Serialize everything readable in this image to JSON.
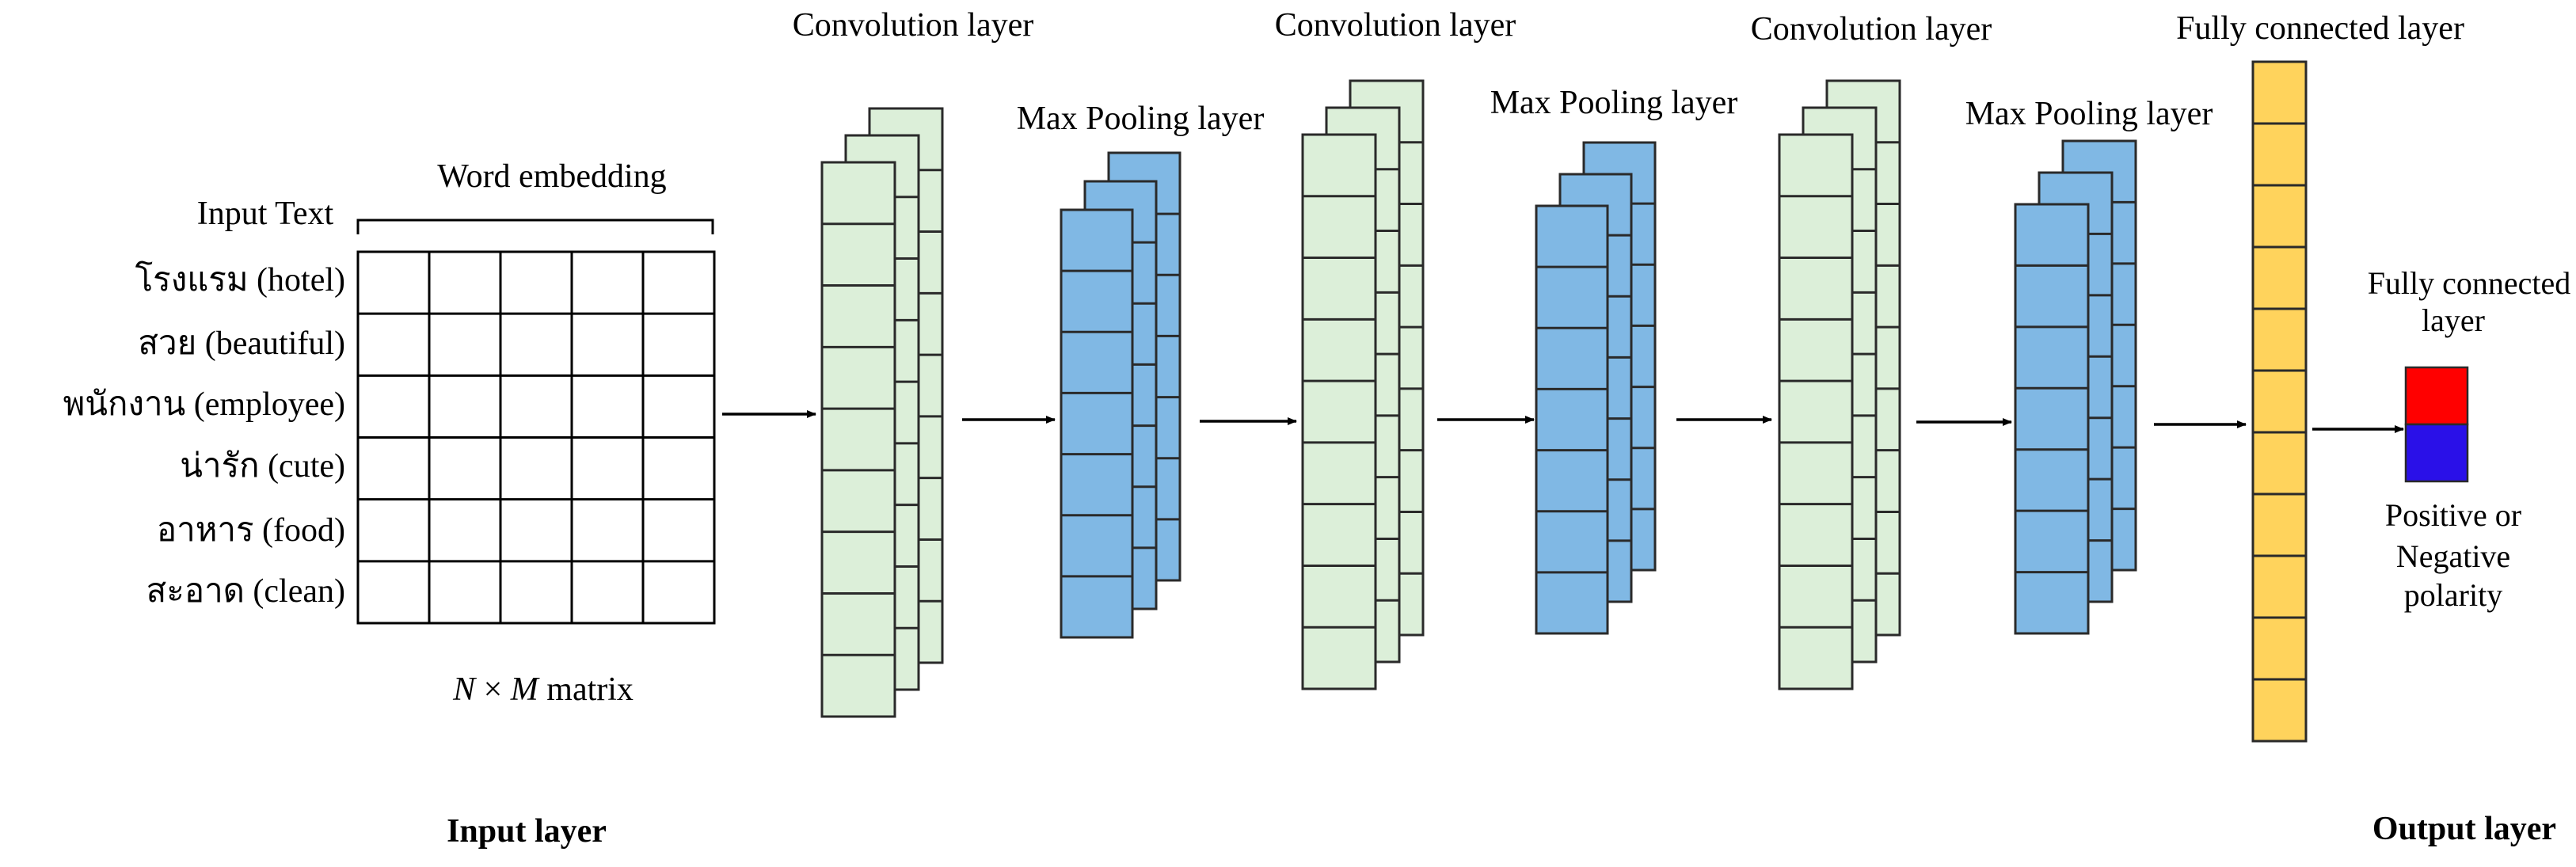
{
  "colors": {
    "conv_fill": "#dcefd9",
    "pool_fill": "#80b8e4",
    "fc_fill": "#ffd35c",
    "positive": "#ff0000",
    "negative": "#2a10e8",
    "stroke": "#2a2a2a",
    "grid_line": "#000000"
  },
  "input": {
    "title": "Input Text",
    "embedding_label": "Word embedding",
    "matrix_label": {
      "n": "N",
      "times": " × ",
      "m": "M",
      "rest": " matrix"
    },
    "words": [
      "โรงแรม (hotel)",
      "สวย  (beautiful)",
      "พนักงาน  (employee)",
      "น่ารัก  (cute)",
      "อาหาร  (food)",
      "สะอาด (clean)"
    ]
  },
  "layers": {
    "conv_label": "Convolution layer",
    "pool_label": "Max Pooling layer",
    "fc_label": "Fully connected layer",
    "fc2_label_lines": [
      "Fully connected",
      "layer"
    ],
    "polarity_lines": [
      "Positive or",
      "Negative",
      "polarity"
    ]
  },
  "footer": {
    "input_layer": "Input layer",
    "output_layer": "Output layer"
  },
  "icons": [
    "arrow-right-icon"
  ]
}
